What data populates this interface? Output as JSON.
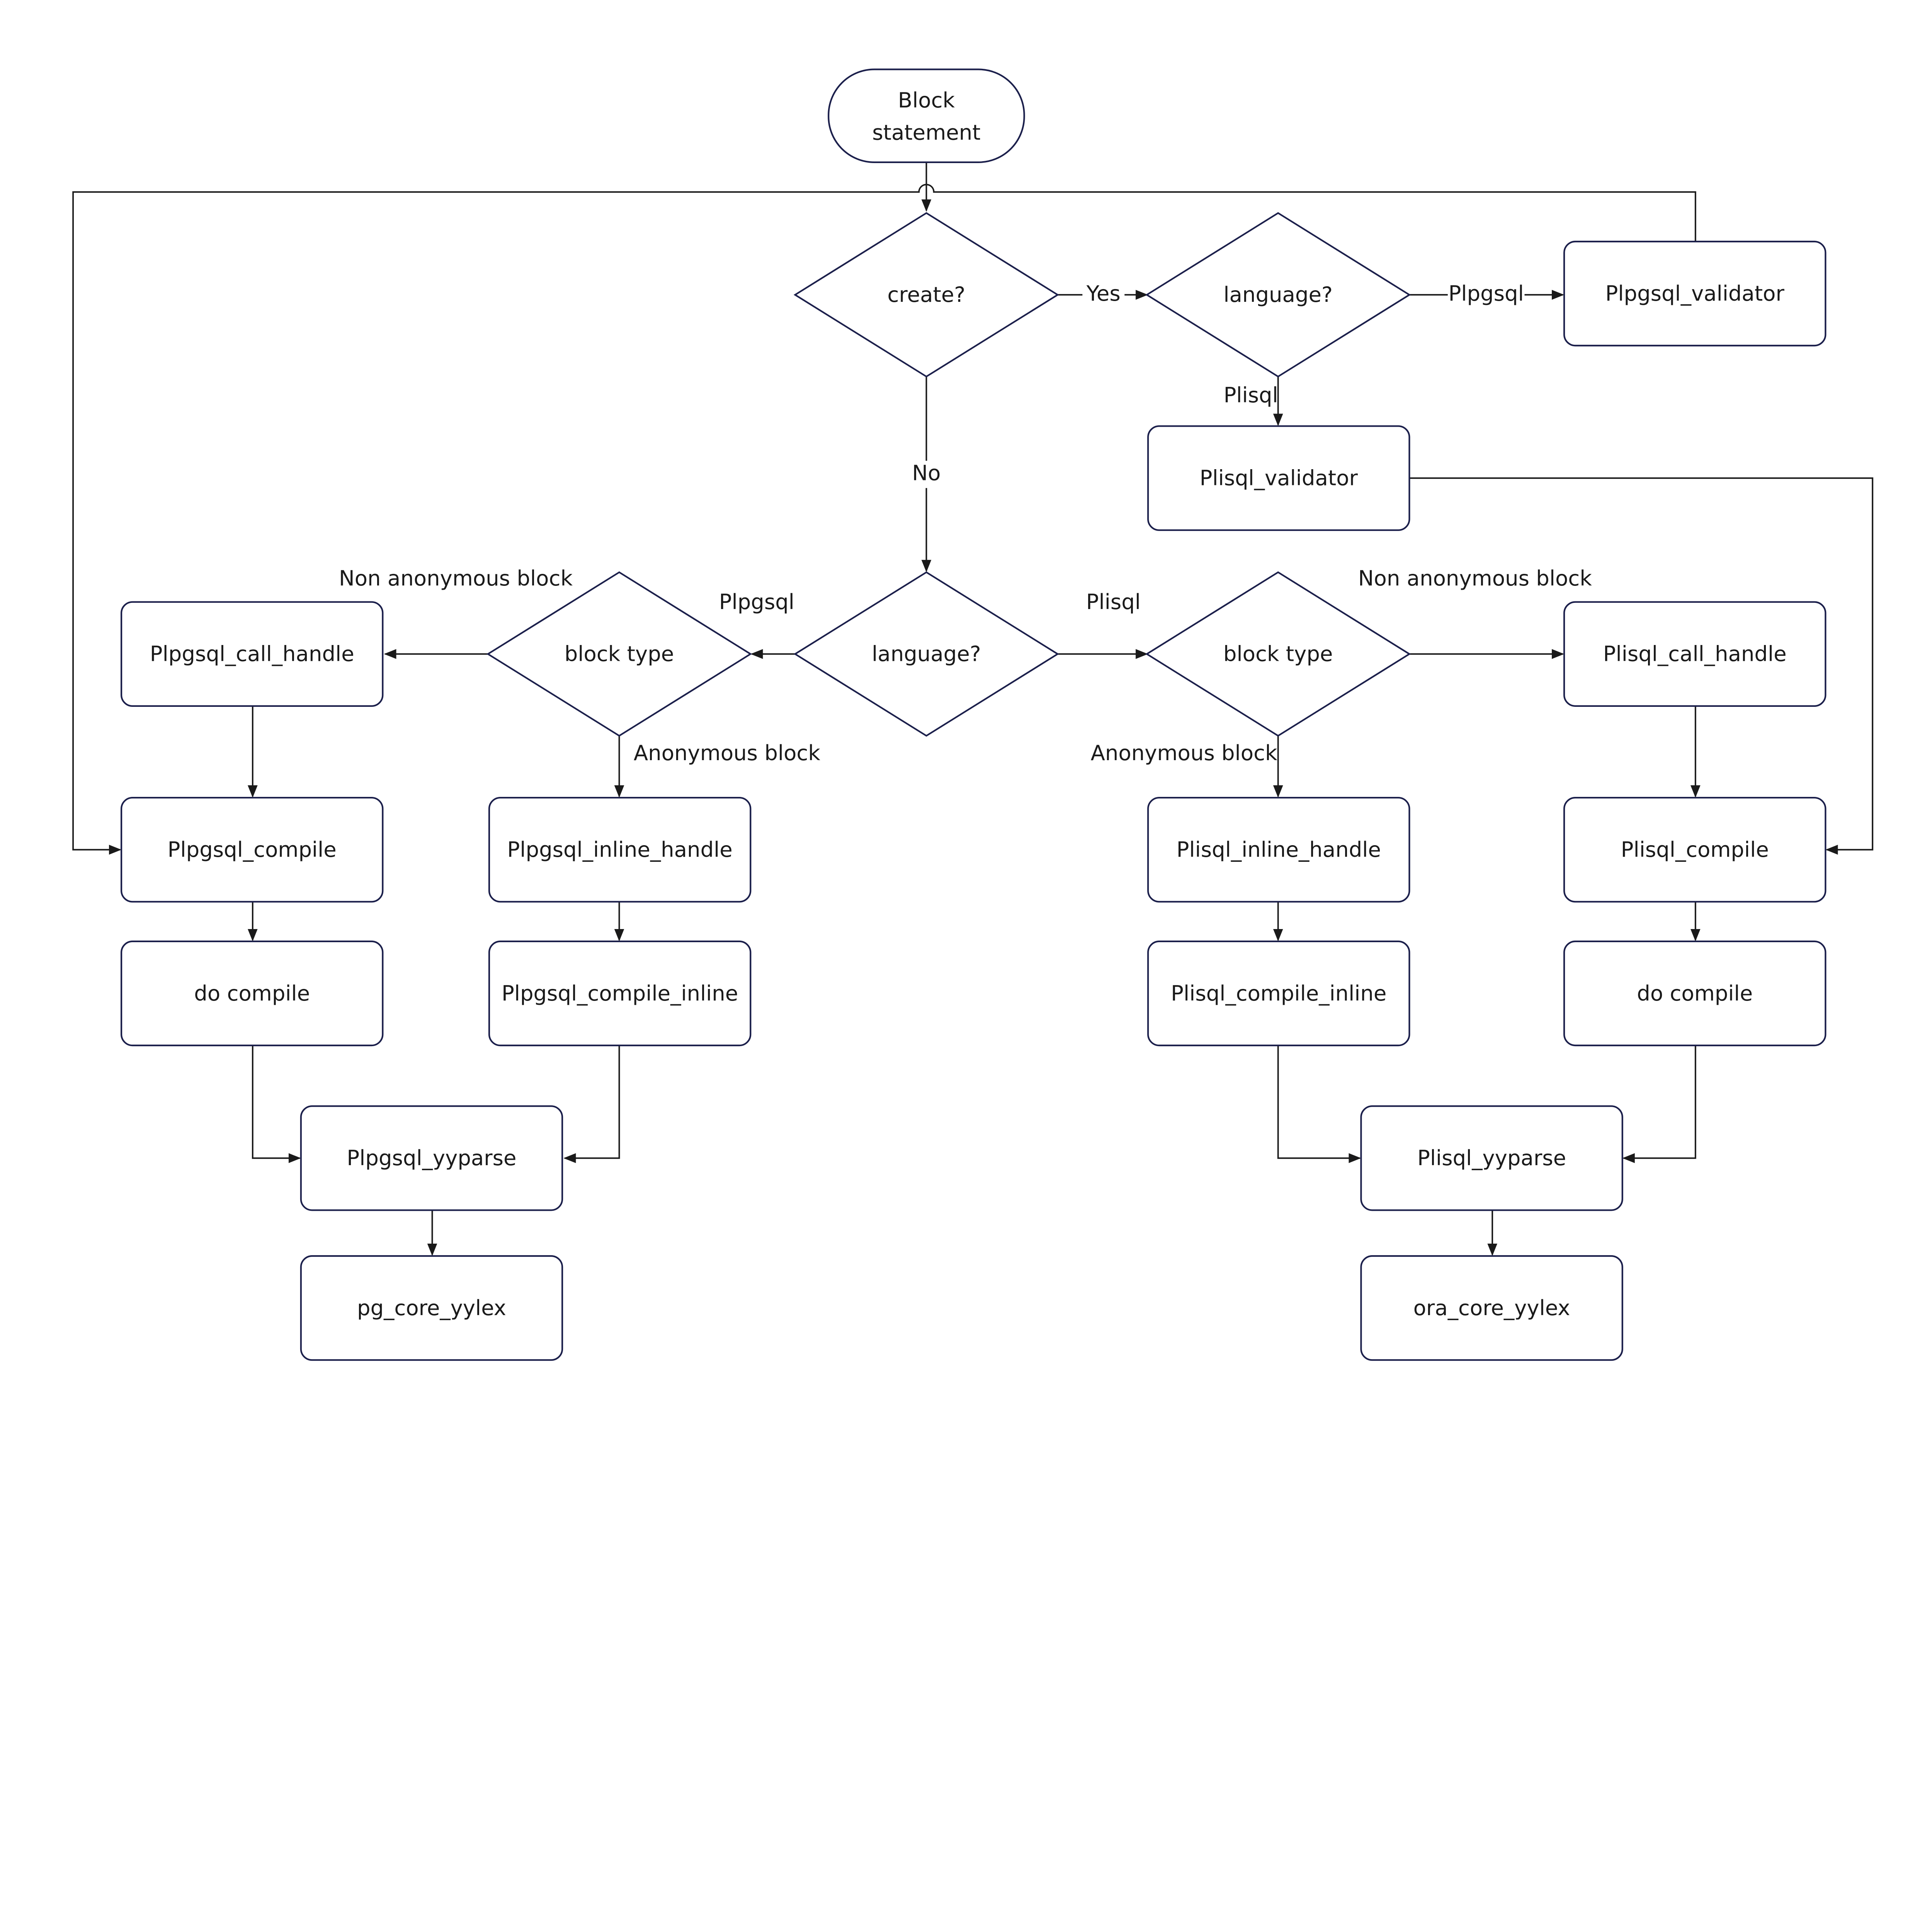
{
  "nodes": {
    "start_line1": "Block",
    "start_line2": "statement",
    "create": "create?",
    "language_top": "language?",
    "plpgsql_validator": "Plpgsql_validator",
    "plisql_validator": "Plisql_validator",
    "language_mid": "language?",
    "block_type_left": "block type",
    "block_type_right": "block type",
    "plpgsql_call_handle": "Plpgsql_call_handle",
    "plpgsql_compile": "Plpgsql_compile",
    "plpgsql_do_compile": "do compile",
    "plpgsql_inline_handle": "Plpgsql_inline_handle",
    "plpgsql_compile_inline": "Plpgsql_compile_inline",
    "plpgsql_yyparse": "Plpgsql_yyparse",
    "pg_core_yylex": "pg_core_yylex",
    "plisql_call_handle": "Plisql_call_handle",
    "plisql_compile": "Plisql_compile",
    "plisql_do_compile": "do compile",
    "plisql_inline_handle": "Plisql_inline_handle",
    "plisql_compile_inline": "Plisql_compile_inline",
    "plisql_yyparse": "Plisql_yyparse",
    "ora_core_yylex": "ora_core_yylex"
  },
  "edge_labels": {
    "yes": "Yes",
    "no": "No",
    "top_plpgsql": "Plpgsql",
    "top_plisql": "Plisql",
    "mid_plpgsql": "Plpgsql",
    "mid_plisql": "Plisql",
    "left_non_anonymous": "Non anonymous block",
    "left_anonymous": "Anonymous block",
    "right_non_anonymous": "Non anonymous block",
    "right_anonymous": "Anonymous block"
  },
  "colors": {
    "shape_stroke": "#1b1f4b",
    "edge": "#1a1a1a"
  }
}
